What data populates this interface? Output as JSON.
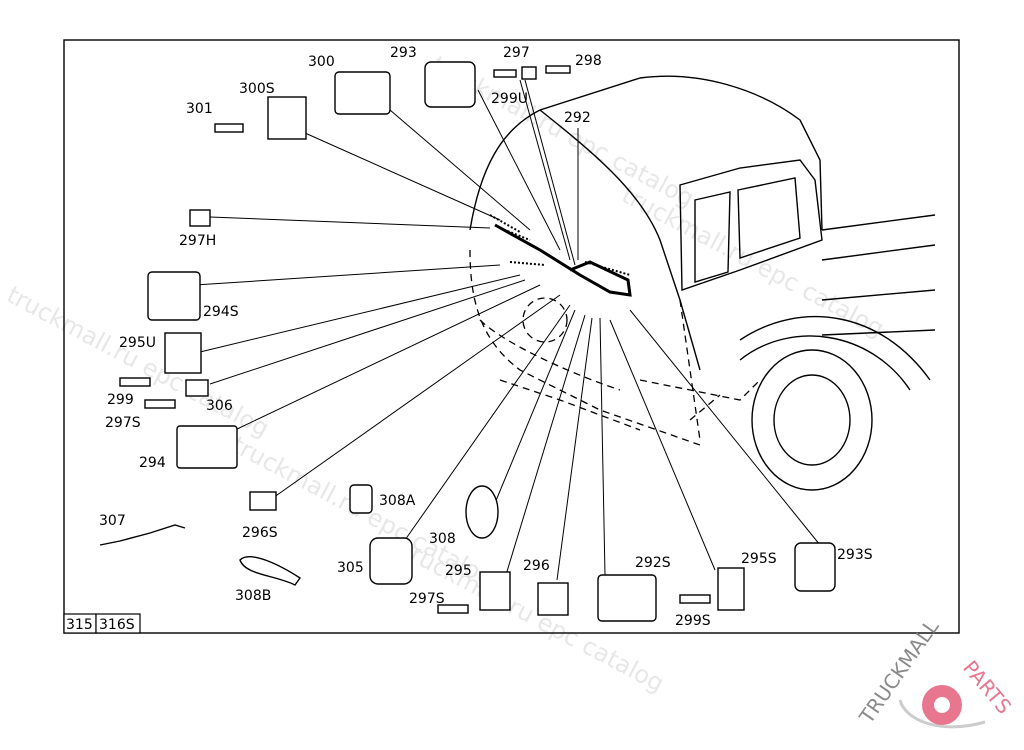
{
  "labels": [
    "300",
    "293",
    "297",
    "298",
    "299U",
    "292",
    "300S",
    "301",
    "297H",
    "294S",
    "295U",
    "299",
    "306",
    "297S",
    "294",
    "308A",
    "296S",
    "307",
    "308",
    "305",
    "295",
    "296",
    "292S",
    "295S",
    "293S",
    "308B",
    "297S",
    "299S"
  ],
  "footer_cells": [
    "315",
    "316S"
  ],
  "watermark": "truckmall.ru epc catalog",
  "logo": {
    "text_gray": "TRUCKMALL",
    "text_pink": "PARTS",
    "gray": "#8a8a8a",
    "pink": "#e8768f"
  }
}
